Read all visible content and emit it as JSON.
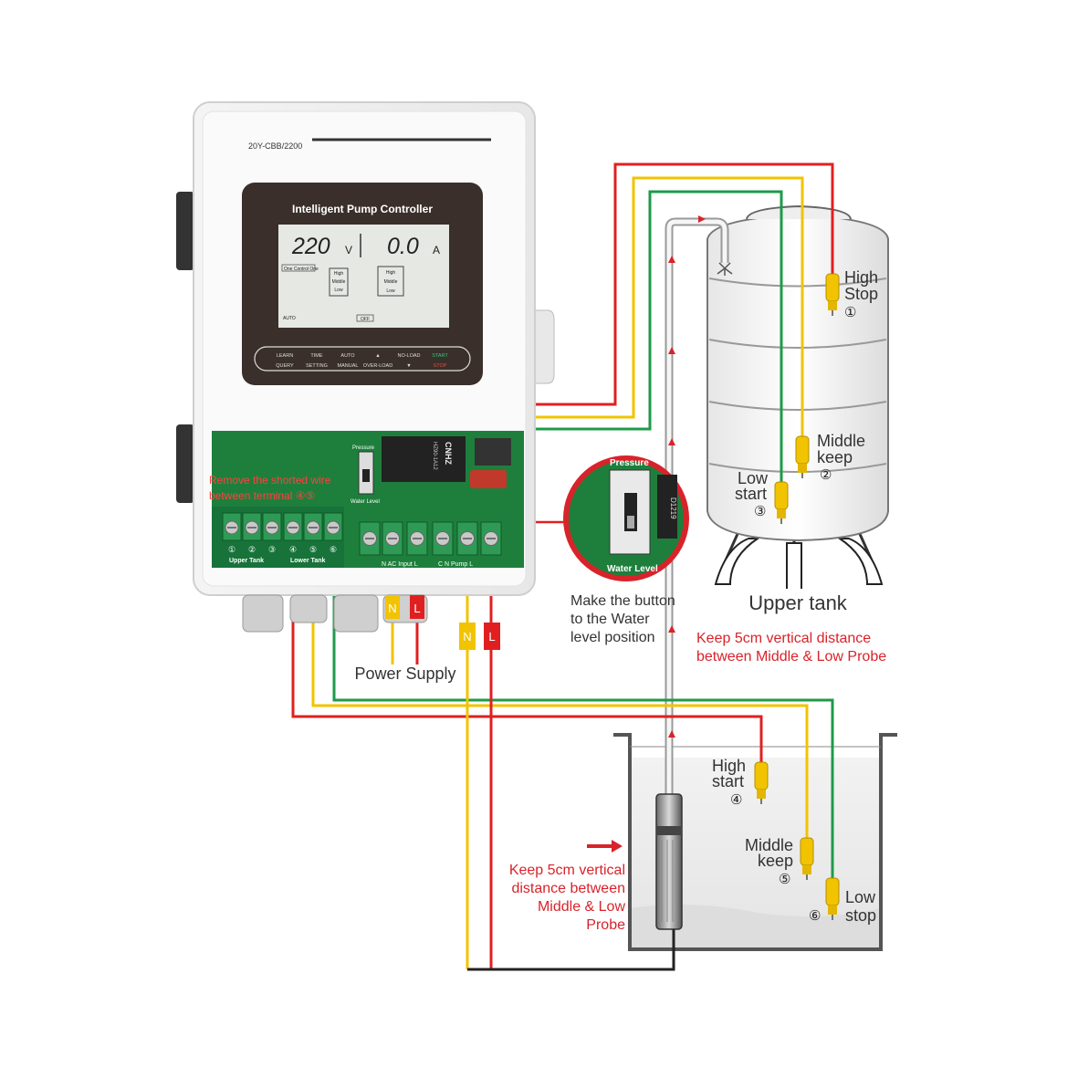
{
  "controller": {
    "model": "20Y-CBB/2200",
    "title": "Intelligent Pump Controller",
    "voltage": "220",
    "voltage_unit": "V",
    "current": "0.0",
    "current_unit": "A",
    "mode_box": "One Control One",
    "lcd_upper_levels": [
      "High",
      "Middle",
      "Low"
    ],
    "lcd_lower_levels": [
      "High",
      "Middle",
      "Low"
    ],
    "lcd_auto": "AUTO",
    "lcd_off": "OFF",
    "buttons_top": [
      "LEARN",
      "TIME",
      "AUTO",
      "▲",
      "NO-LOAD",
      "START"
    ],
    "buttons_bottom": [
      "QUERY",
      "SETTING",
      "MANUAL",
      "OVER-LOAD",
      "▼",
      "STOP"
    ]
  },
  "board": {
    "remove_note_line1": "Remove the shorted wire",
    "remove_note_line2": "between terminal ④⑤",
    "upper_terminals": [
      "①",
      "②",
      "③"
    ],
    "lower_terminals": [
      "④",
      "⑤",
      "⑥"
    ],
    "upper_tank_label": "Upper Tank",
    "lower_tank_label": "Lower Tank",
    "ac_input_label": "N AC Input L",
    "pump_label": "C   N Pump L",
    "relay_brand": "CNHZ",
    "relay_model": "HZ90-1A12",
    "pressure": "Pressure",
    "water_level": "Water Level"
  },
  "zoom": {
    "pressure": "Pressure",
    "water_level": "Water Level",
    "chip": "D1219",
    "caption": [
      "Make the button",
      "to the Water",
      "level position"
    ]
  },
  "power": {
    "n": "N",
    "l": "L",
    "label": "Power Supply",
    "pump_n": "N",
    "pump_l": "L"
  },
  "upper_tank": {
    "label": "Upper tank",
    "high": [
      "High",
      "Stop",
      "①"
    ],
    "middle": [
      "Middle",
      "keep",
      "②"
    ],
    "low": [
      "Low",
      "start",
      "③"
    ],
    "note": [
      "Keep 5cm vertical distance",
      "between Middle & Low Probe"
    ]
  },
  "lower_tank": {
    "high": [
      "High",
      "start",
      "④"
    ],
    "middle": [
      "Middle",
      "keep",
      "⑤"
    ],
    "low": [
      "Low",
      "stop",
      "⑥"
    ],
    "note": [
      "Keep 5cm vertical",
      "distance between",
      "Middle & Low",
      "Probe"
    ]
  },
  "colors": {
    "red_wire": "#e02020",
    "yellow_wire": "#f2c300",
    "green_wire": "#1f9a4a",
    "label_red": "#d8232a",
    "board_green": "#1e7f3c"
  }
}
